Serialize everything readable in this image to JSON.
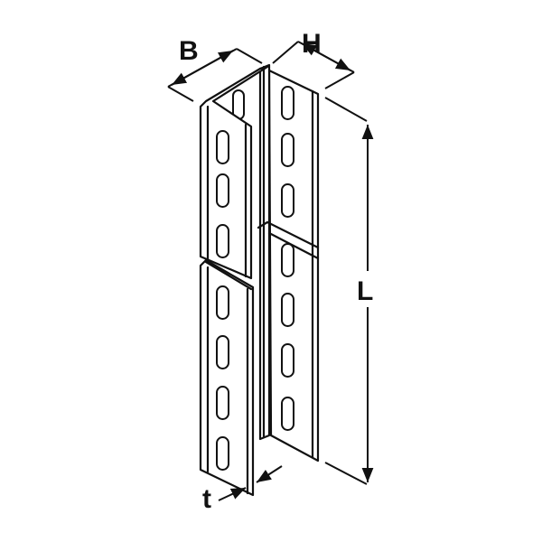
{
  "labels": {
    "width": "B",
    "height": "H",
    "length": "L",
    "thickness": "t"
  },
  "colors": {
    "line": "#111111",
    "background": "#ffffff"
  }
}
